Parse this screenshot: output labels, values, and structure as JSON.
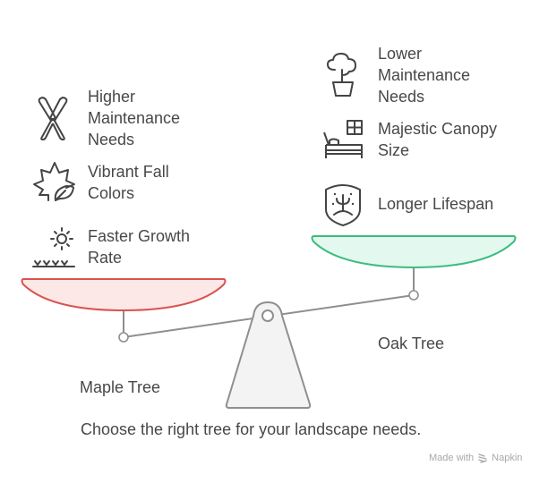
{
  "diagram": {
    "caption": "Choose the right tree for your landscape needs.",
    "left": {
      "label": "Maple Tree",
      "color": "#d9534f",
      "fill": "#fde8e8",
      "items": [
        {
          "icon": "pruning-shears-icon",
          "text": "Higher\nMaintenance\nNeeds"
        },
        {
          "icon": "maple-leaf-icon",
          "text": "Vibrant Fall\nColors"
        },
        {
          "icon": "sun-growth-icon",
          "text": "Faster Growth\nRate"
        }
      ]
    },
    "right": {
      "label": "Oak Tree",
      "color": "#3dbb7f",
      "fill": "#e3f8ee",
      "items": [
        {
          "icon": "potted-tree-icon",
          "text": "Lower\nMaintenance\nNeeds"
        },
        {
          "icon": "bed-window-icon",
          "text": "Majestic Canopy\nSize"
        },
        {
          "icon": "shield-tree-icon",
          "text": "Longer Lifespan"
        }
      ]
    }
  },
  "footer": {
    "made_with": "Made with",
    "brand": "Napkin"
  }
}
